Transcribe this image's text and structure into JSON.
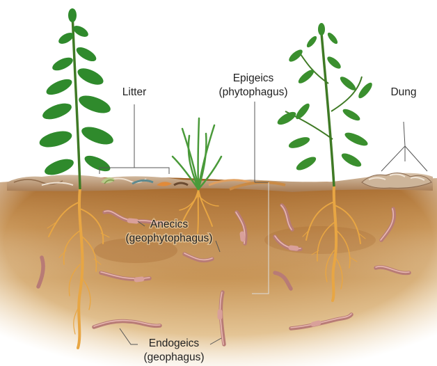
{
  "labels": {
    "litter": "Litter",
    "epigeics_line1": "Epigeics",
    "epigeics_line2": "(phytophagus)",
    "dung": "Dung",
    "anecics_line1": "Anecics",
    "anecics_line2": "(geophytophagus)",
    "endogeics_line1": "Endogeics",
    "endogeics_line2": "(geophagus)"
  },
  "colors": {
    "soil_top": "#a86a2e",
    "soil_bottom": "#f3e1c4",
    "surface": "#c9a887",
    "worm": "#c98a86",
    "root": "#e8a643",
    "leaf": "#2f8a2c",
    "stem": "#3f7a25",
    "leader_line": "#555555"
  }
}
